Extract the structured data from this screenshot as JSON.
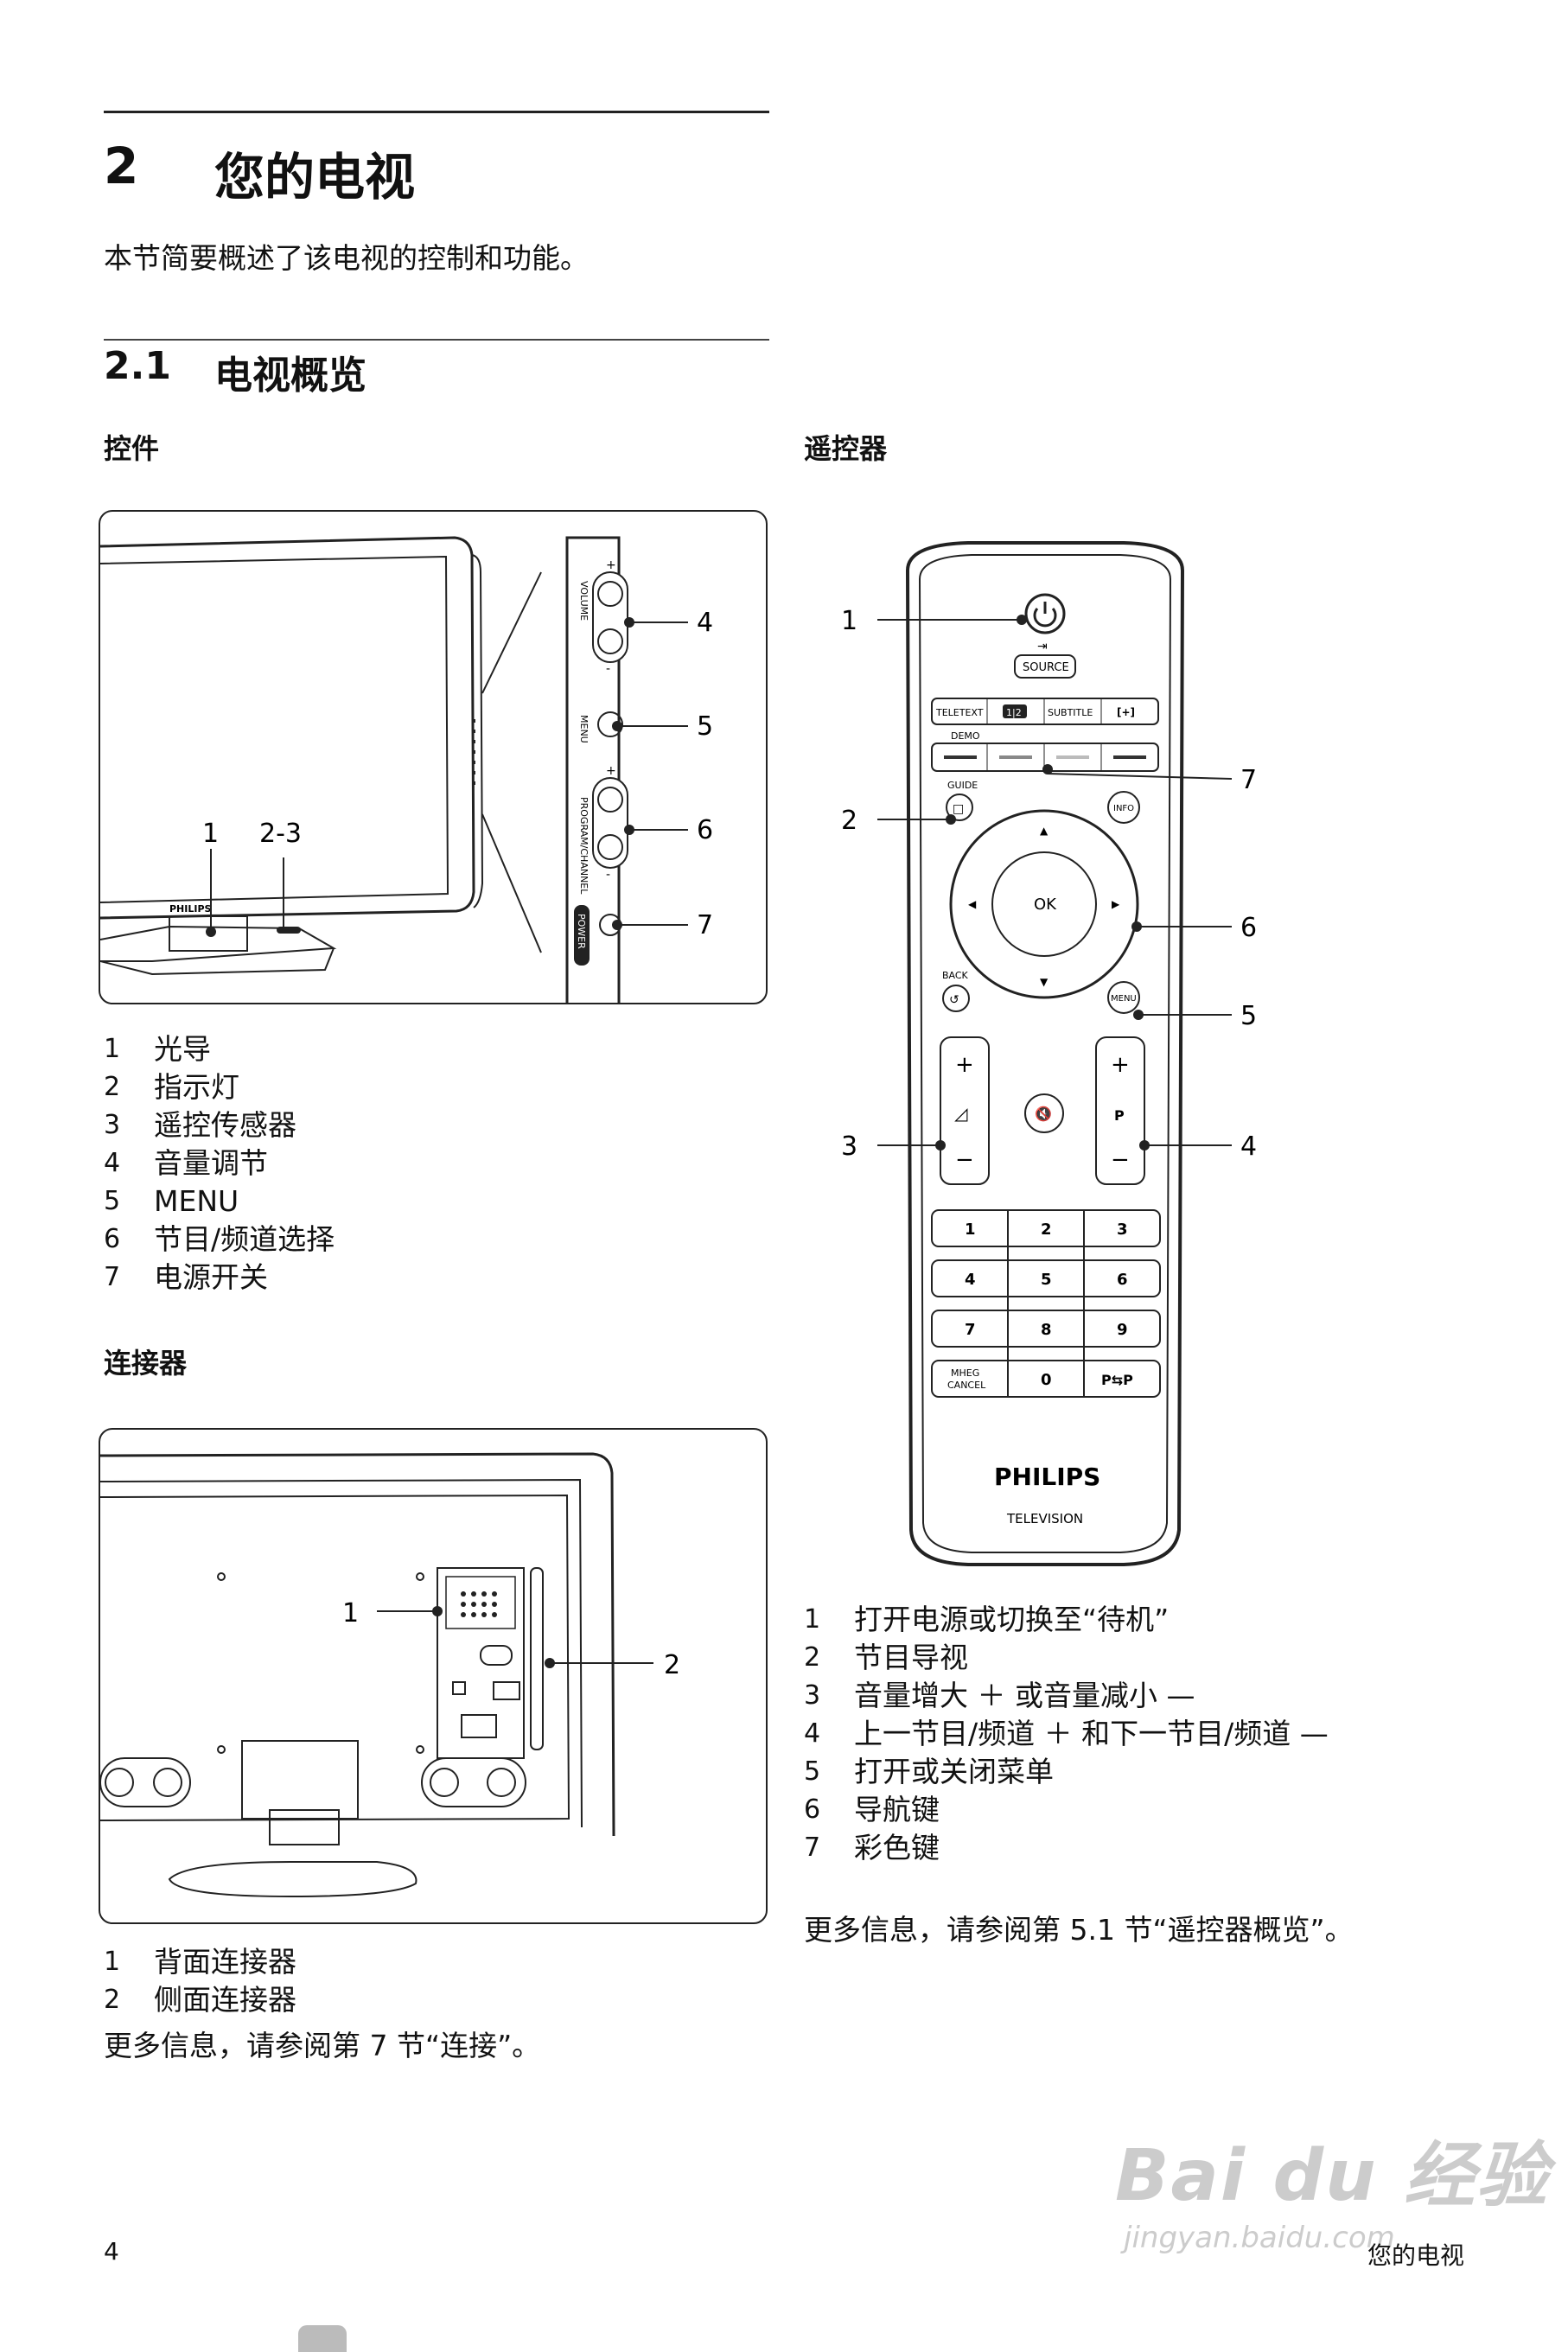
{
  "chapter": {
    "number": "2",
    "title": "您的电视"
  },
  "intro": "本节简要概述了该电视的控制和功能。",
  "section": {
    "number": "2.1",
    "title": "电视概览"
  },
  "controls": {
    "heading": "控件",
    "callouts": {
      "c1": "1",
      "c23": "2-3",
      "c4": "4",
      "c5": "5",
      "c6": "6",
      "c7": "7"
    },
    "panel_labels": {
      "volume": "VOLUME",
      "menu": "MENU",
      "program": "PROGRAM/CHANNEL",
      "power": "POWER",
      "plus": "+",
      "minus": "-"
    },
    "brand": "PHILIPS",
    "items": [
      {
        "n": "1",
        "text": "光导"
      },
      {
        "n": "2",
        "text": "指示灯"
      },
      {
        "n": "3",
        "text": "遥控传感器"
      },
      {
        "n": "4",
        "text": "音量调节"
      },
      {
        "n": "5",
        "text": "MENU"
      },
      {
        "n": "6",
        "text": "节目/频道选择"
      },
      {
        "n": "7",
        "text": "电源开关"
      }
    ]
  },
  "connectors": {
    "heading": "连接器",
    "callouts": {
      "c1": "1",
      "c2": "2"
    },
    "items": [
      {
        "n": "1",
        "text": "背面连接器"
      },
      {
        "n": "2",
        "text": "侧面连接器"
      }
    ],
    "more_info": "更多信息，请参阅第 7 节“连接”。"
  },
  "remote": {
    "heading": "遥控器",
    "callouts": {
      "c1": "1",
      "c2": "2",
      "c3": "3",
      "c4": "4",
      "c5": "5",
      "c6": "6",
      "c7": "7"
    },
    "buttons": {
      "source": "SOURCE",
      "teletext": "TELETEXT",
      "dual": "1|2",
      "subtitle": "SUBTITLE",
      "format": "[+]",
      "demo": "DEMO",
      "guide": "GUIDE",
      "info": "INFO",
      "ok": "OK",
      "back": "BACK",
      "menu": "MENU",
      "plus": "+",
      "minus": "−",
      "vol_icon": "◿",
      "mute": "🔇",
      "p": "P",
      "keys": [
        "1",
        "2",
        "3",
        "4",
        "5",
        "6",
        "7",
        "8",
        "9"
      ],
      "mheg_1": "MHEG",
      "mheg_2": "CANCEL",
      "zero": "0",
      "pp": "P⇆P"
    },
    "brand": "PHILIPS",
    "sub_brand": "TELEVISION",
    "items": [
      {
        "n": "1",
        "text": "打开电源或切换至“待机”"
      },
      {
        "n": "2",
        "text": "节目导视"
      },
      {
        "n": "3",
        "text": "音量增大 ＋ 或音量减小 —"
      },
      {
        "n": "4",
        "text": "上一节目/频道 ＋ 和下一节目/频道 —"
      },
      {
        "n": "5",
        "text": "打开或关闭菜单"
      },
      {
        "n": "6",
        "text": "导航键"
      },
      {
        "n": "7",
        "text": "彩色键"
      }
    ],
    "more_info": "更多信息，请参阅第 5.1 节“遥控器概览”。"
  },
  "footer": {
    "page": "4",
    "title": "您的电视"
  },
  "watermark": {
    "big": "Bai du 经验",
    "small": "jingyan.baidu.com"
  }
}
